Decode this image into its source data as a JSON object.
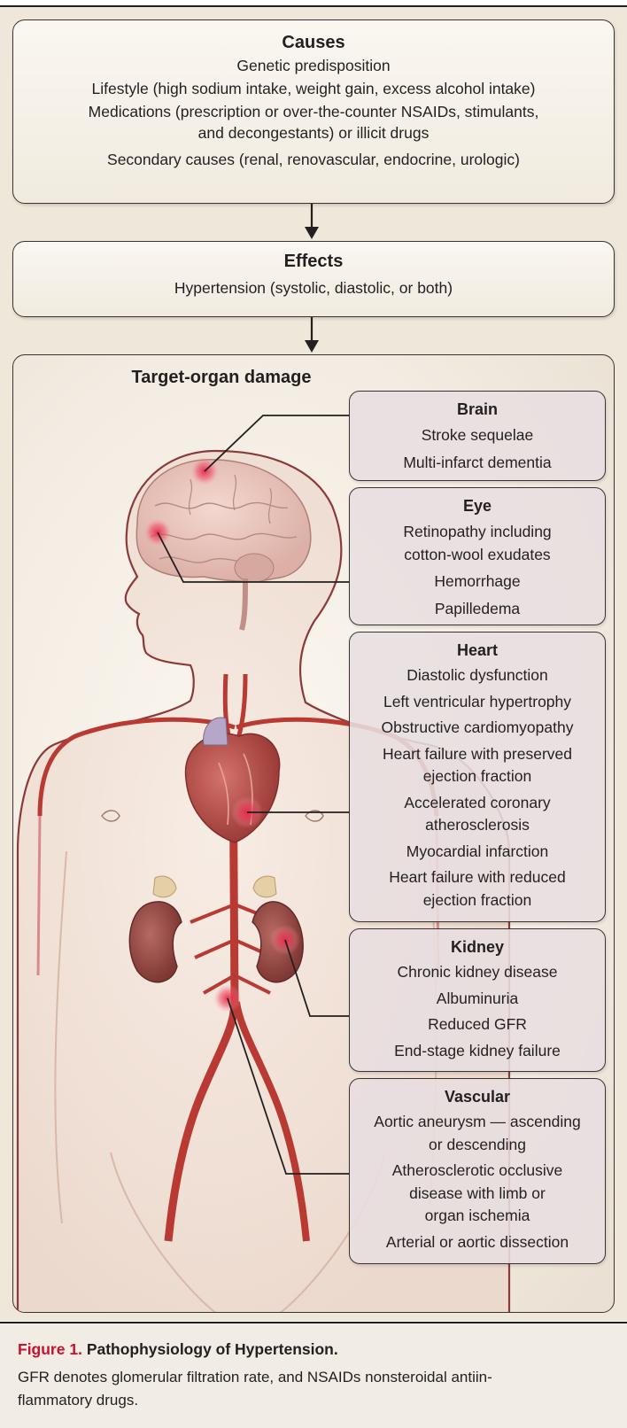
{
  "causes": {
    "title": "Causes",
    "lines": [
      "Genetic predisposition",
      "Lifestyle (high sodium intake, weight gain, excess alcohol intake)",
      "Medications (prescription or over-the-counter NSAIDs, stimulants,",
      "and decongestants) or illicit drugs",
      "Secondary causes (renal, renovascular, endocrine, urologic)"
    ]
  },
  "effects": {
    "title": "Effects",
    "lines": [
      "Hypertension (systolic, diastolic, or both)"
    ]
  },
  "damage": {
    "title": "Target-organ damage",
    "organs": [
      {
        "title": "Brain",
        "lines": [
          "Stroke sequelae",
          "Multi-infarct dementia"
        ]
      },
      {
        "title": "Eye",
        "lines": [
          "Retinopathy including",
          "cotton-wool exudates",
          "Hemorrhage",
          "Papilledema"
        ]
      },
      {
        "title": "Heart",
        "lines": [
          "Diastolic dysfunction",
          "Left ventricular hypertrophy",
          "Obstructive cardiomyopathy",
          "Heart failure with preserved",
          "ejection fraction",
          "Accelerated coronary",
          "atherosclerosis",
          "Myocardial infarction",
          "Heart failure with reduced",
          "ejection fraction"
        ]
      },
      {
        "title": "Kidney",
        "lines": [
          "Chronic kidney disease",
          "Albuminuria",
          "Reduced GFR",
          "End-stage kidney failure"
        ]
      },
      {
        "title": "Vascular",
        "lines": [
          "Aortic aneurysm — ascending",
          "or descending",
          "Atherosclerotic occlusive",
          "disease with limb or",
          "organ ischemia",
          "Arterial or aortic dissection"
        ]
      }
    ]
  },
  "caption": {
    "label": "Figure 1.",
    "title": "Pathophysiology of Hypertension.",
    "text_line1": "GFR denotes glomerular filtration rate, and NSAIDs nonsteroidal antiin-",
    "text_line2": "flammatory drugs."
  },
  "colors": {
    "frame": "#efe7d9",
    "caption_accent": "#c8102e",
    "artery": "#b83a33",
    "hotspot": "#e8264a"
  }
}
